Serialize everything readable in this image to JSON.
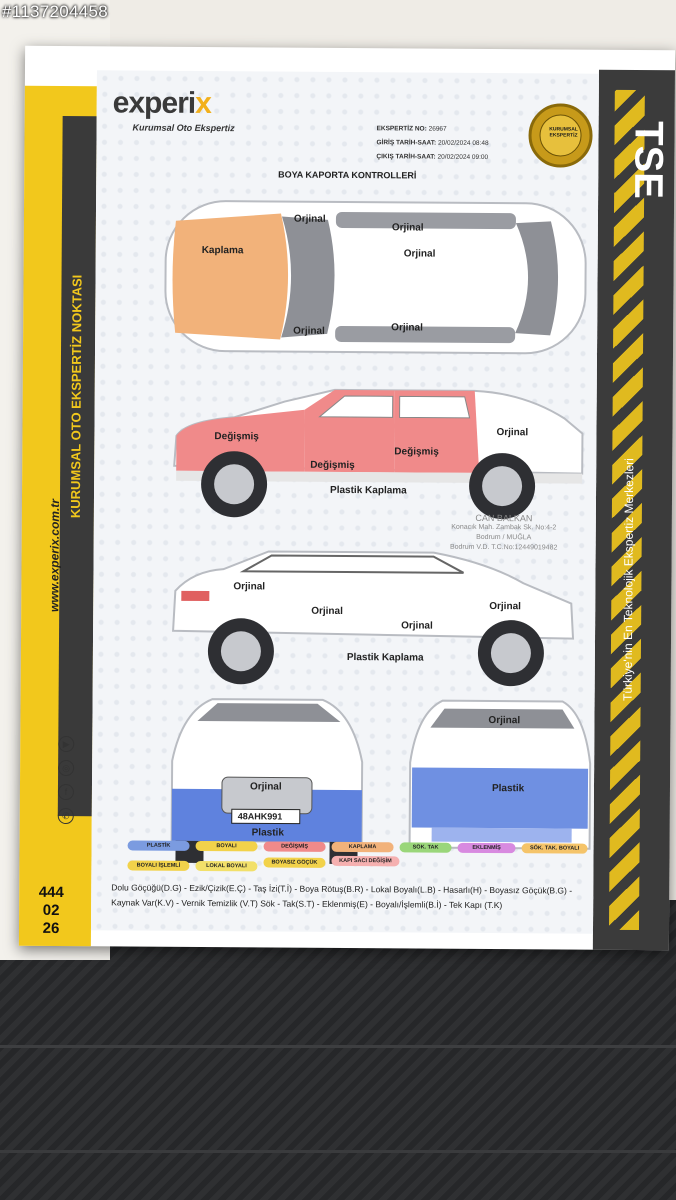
{
  "listing_id": "#1137204458",
  "brand": {
    "logo_main": "experi",
    "logo_x": "x",
    "logo_sub": "Kurumsal Oto Ekspertiz"
  },
  "meta": {
    "no_label": "EKSPERTİZ NO:",
    "no_value": "26967",
    "in_label": "GİRİŞ TARİH-SAAT:",
    "in_value": "20/02/2024 08:48",
    "out_label": "ÇIKIŞ TARİH-SAAT:",
    "out_value": "20/02/2024 09:00"
  },
  "seal_text": "KURUMSAL EKSPERTİZ",
  "page_title": "BOYA KAPORTA KONTROLLERİ",
  "left_band": {
    "vertical_main": "KURUMSAL OTO EKSPERTİZ NOKTASI",
    "vertical_url": "www.experix.com.tr",
    "number_lines": [
      "444",
      "02",
      "26"
    ]
  },
  "right_band": {
    "tse": "TSE",
    "vertical": "Türkiye'nin En Teknolojik Ekspertiz Merkezleri"
  },
  "top_view": {
    "hood": "Kaplama",
    "roof": "Orjinal",
    "top_left": "Orjinal",
    "top_right": "Orjinal",
    "bottom_left": "Orjinal",
    "bottom_right": "Orjinal"
  },
  "right_side": {
    "front_fender": "Değişmiş",
    "front_door": "Değişmiş",
    "rear_door": "Değişmiş",
    "rear_fender": "Orjinal",
    "skirt": "Plastik Kaplama"
  },
  "stamp": {
    "line1": "CAN BALKAN",
    "line2": "Konacık Mah. Zambak Sk. No:4-2",
    "line3": "Bodrum / MUĞLA",
    "line4": "Bodrum V.D. T.C.No:12449019482"
  },
  "left_side": {
    "rear_fender": "Orjinal",
    "rear_door": "Orjinal",
    "front_door": "Orjinal",
    "front_fender": "Orjinal",
    "skirt": "Plastik Kaplama"
  },
  "front_view": {
    "hood": "Orjinal",
    "plate": "48AHK991",
    "bumper": "Plastik"
  },
  "rear_view": {
    "trunk": "Orjinal",
    "bumper": "Plastik"
  },
  "legend": [
    {
      "label": "PLASTİK",
      "color": "#7b9be0"
    },
    {
      "label": "BOYALI",
      "color": "#f2d24a"
    },
    {
      "label": "DEĞİŞMİŞ",
      "color": "#f08a8a"
    },
    {
      "label": "KAPLAMA",
      "color": "#f2b27a"
    },
    {
      "label": "SÖK. TAK",
      "color": "#9ad67a"
    },
    {
      "label": "EKLENMİŞ",
      "color": "#d88ae0"
    },
    {
      "label": "SÖK. TAK. BOYALI",
      "color": "#f5c46a"
    },
    {
      "label": "BOYALI İŞLEMLİ",
      "color": "#f2d24a"
    },
    {
      "label": "LOKAL BOYALI",
      "color": "#f2e06a"
    },
    {
      "label": "BOYASIZ GÖÇÜK",
      "color": "#f2d24a"
    },
    {
      "label": "KAPI SACI DEĞİŞİM",
      "color": "#f5b0b0"
    }
  ],
  "abbreviations_line1": "Dolu Göçüğü(D.G) - Ezik/Çizik(E.Ç) - Taş İzi(T.İ) - Boya Rötuş(B.R) - Lokal Boyalı(L.B) - Hasarlı(H) - Boyasız Göçük(B.G) -",
  "abbreviations_line2": "Kaynak Var(K.V) - Vernik Temizlik (V.T) Sök - Tak(S.T) - Eklenmiş(E) - Boyalı/İşlemli(B.İ) - Tek Kapı (T.K)",
  "colors": {
    "kaplama": "#f2b27a",
    "degismis": "#f08a8a",
    "plastik": "#6f90e2",
    "accent": "#f2c81c"
  }
}
